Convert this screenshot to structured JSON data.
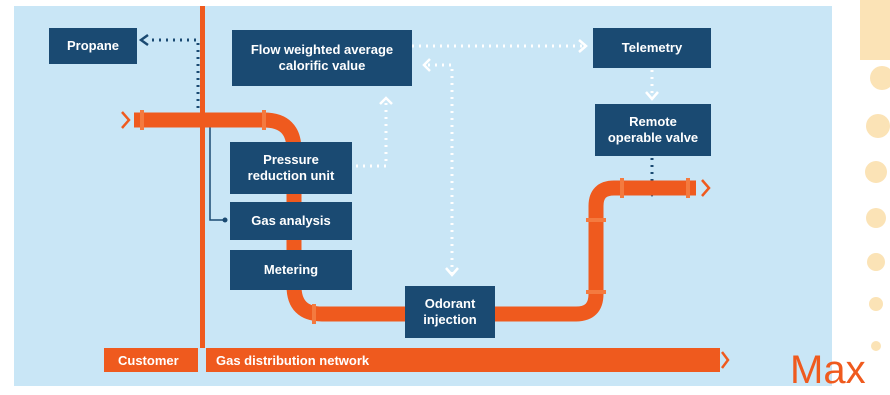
{
  "diagram": {
    "boxes": {
      "propane": "Propane",
      "flow_line1": "Flow weighted average",
      "flow_line2": "calorific value",
      "telemetry": "Telemetry",
      "remote_line1": "Remote",
      "remote_line2": "operable valve",
      "pressure_line1": "Pressure",
      "pressure_line2": "reduction unit",
      "gas_analysis": "Gas analysis",
      "metering": "Metering",
      "odorant_line1": "Odorant",
      "odorant_line2": "injection"
    },
    "band": {
      "customer": "Customer",
      "network": "Gas distribution network"
    }
  },
  "brand": "Max",
  "colors": {
    "background": "#c9e6f6",
    "box": "#1a4a72",
    "pipe": "#ef5a1e",
    "dots": "#fbe3b6"
  }
}
